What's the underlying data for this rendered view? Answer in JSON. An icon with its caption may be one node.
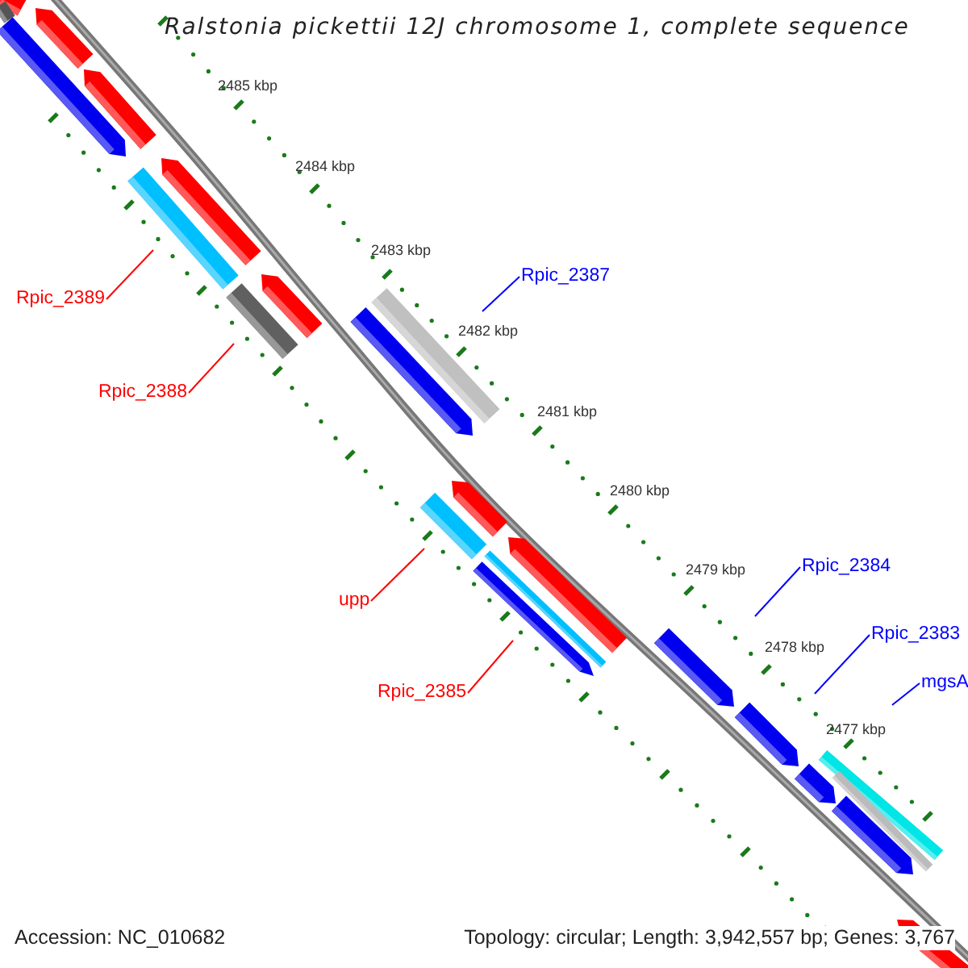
{
  "diagram": {
    "title": "Ralstonia pickettii 12J chromosome 1, complete sequence",
    "nodes": [
      {
        "text": [
          "Rpic_2389"
        ]
      },
      {
        "text": [
          "Rpic_2388"
        ]
      },
      {
        "text": [
          "Rpic_2387"
        ]
      },
      {
        "text": [
          "upp"
        ]
      },
      {
        "text": [
          "Rpic_2385"
        ]
      },
      {
        "text": [
          "Rpic_2384"
        ]
      },
      {
        "text": [
          "Rpic_2383"
        ]
      },
      {
        "text": [
          "mgsA"
        ]
      }
    ],
    "edges": [
      {
        "from": 0,
        "to": null,
        "arrow": "none"
      },
      {
        "from": 1,
        "to": null,
        "arrow": "none"
      },
      {
        "from": 2,
        "to": null,
        "arrow": "none",
        "color": "#0000ff"
      },
      {
        "from": 3,
        "to": null,
        "arrow": "none"
      },
      {
        "from": 4,
        "to": null,
        "arrow": "none"
      },
      {
        "from": 5,
        "to": null,
        "arrow": "none",
        "color": "#0000ff"
      },
      {
        "from": 6,
        "to": null,
        "arrow": "none",
        "color": "#0000ff"
      },
      {
        "from": 7,
        "to": null,
        "arrow": "none",
        "color": "#0000ff"
      }
    ],
    "labels": [
      "2485 kbp",
      "2484 kbp",
      "2483 kbp",
      "2482 kbp",
      "2481 kbp",
      "2480 kbp",
      "2479 kbp",
      "2478 kbp",
      "2477 kbp",
      "Accession: NC_010682",
      "Topology: circular; Length: 3,942,557 bp; Genes: 3,767"
    ]
  }
}
